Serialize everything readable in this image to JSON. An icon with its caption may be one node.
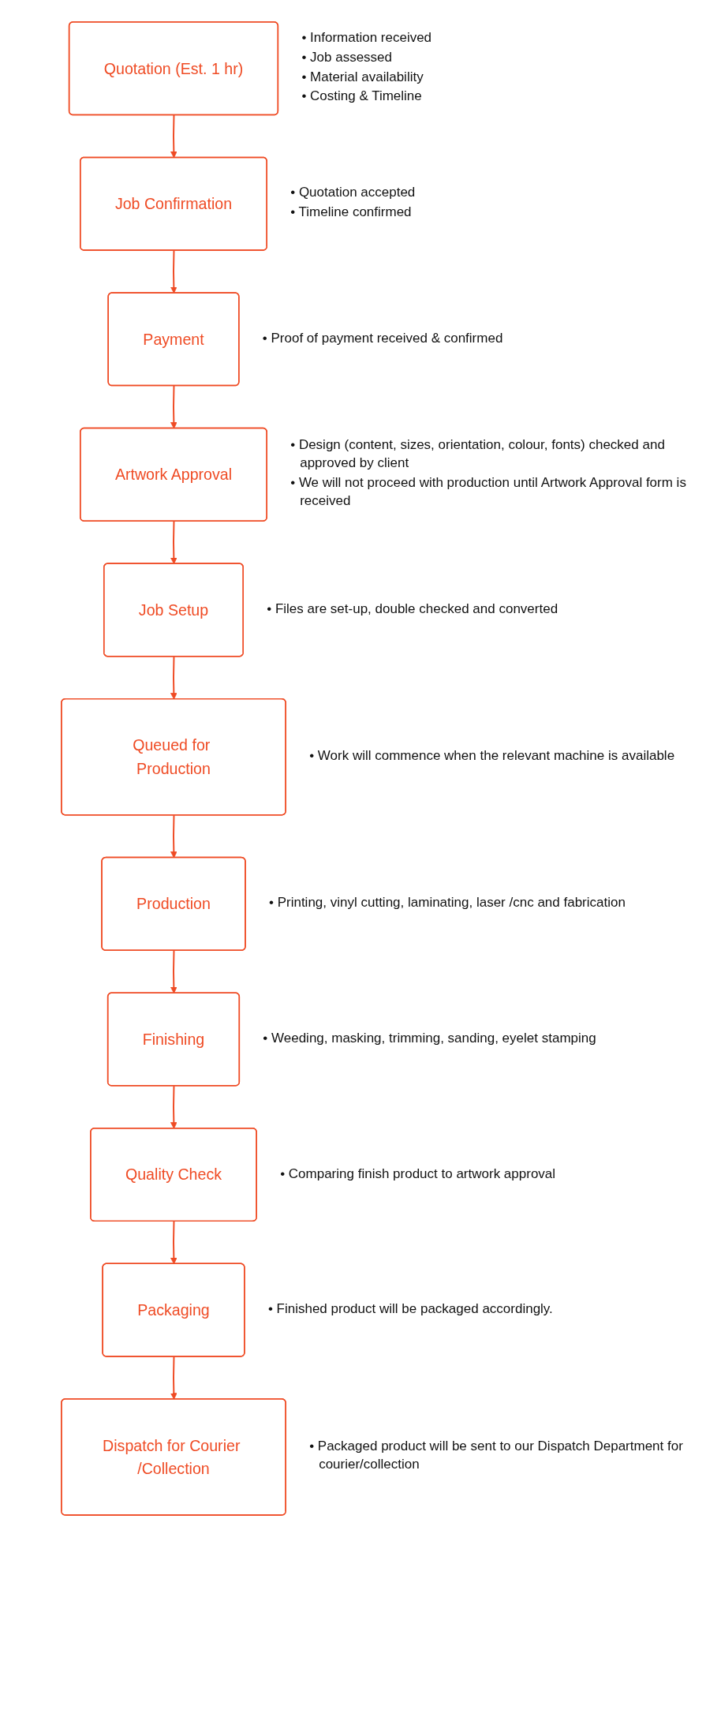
{
  "diagram": {
    "nodes": [
      {
        "text": [
          "Quotation (Est. 1 hr)"
        ],
        "beside": [
          "• Information received",
          "• Job assessed",
          "• Material availability",
          "• Costing & Timeline"
        ]
      },
      {
        "text": [
          "Job Confirmation"
        ],
        "beside": [
          "• Quotation accepted",
          "• Timeline confirmed"
        ]
      },
      {
        "text": [
          "Payment"
        ],
        "beside": [
          "• Proof of payment received & confirmed"
        ]
      },
      {
        "text": [
          "Artwork Approval"
        ],
        "beside": [
          "• Design (content, sizes, orientation, colour, fonts) checked and approved by client",
          "• We will not proceed with production until Artwork Approval form is received"
        ]
      },
      {
        "text": [
          "Job Setup"
        ],
        "beside": [
          "• Files are set-up, double checked and converted"
        ]
      },
      {
        "text": [
          "Queued for Production"
        ],
        "beside": [
          "• Work will commence when the relevant machine is available"
        ]
      },
      {
        "text": [
          "Production"
        ],
        "beside": [
          "• Printing, vinyl cutting, laminating, laser /cnc and fabrication"
        ]
      },
      {
        "text": [
          "Finishing"
        ],
        "beside": [
          "• Weeding, masking, trimming, sanding, eyelet stamping"
        ]
      },
      {
        "text": [
          "Quality Check"
        ],
        "beside": [
          "• Comparing finish product to artwork approval"
        ]
      },
      {
        "text": [
          "Packaging"
        ],
        "beside": [
          "• Finished product will be packaged accordingly."
        ]
      },
      {
        "text": [
          "Dispatch for Courier /Collection"
        ],
        "beside": [
          "• Packaged product will be sent to our Dispatch Department for courier/collection"
        ]
      }
    ],
    "edges": [
      {
        "from": 0,
        "to": 1,
        "arrow": "to"
      },
      {
        "from": 1,
        "to": 2,
        "arrow": "to"
      },
      {
        "from": 2,
        "to": 3,
        "arrow": "to"
      },
      {
        "from": 3,
        "to": 4,
        "arrow": "to"
      },
      {
        "from": 4,
        "to": 5,
        "arrow": "to"
      },
      {
        "from": 5,
        "to": 6,
        "arrow": "to"
      },
      {
        "from": 6,
        "to": 7,
        "arrow": "to"
      },
      {
        "from": 7,
        "to": 8,
        "arrow": "to"
      },
      {
        "from": 8,
        "to": 9,
        "arrow": "to"
      },
      {
        "from": 9,
        "to": 10,
        "arrow": "to"
      }
    ]
  }
}
